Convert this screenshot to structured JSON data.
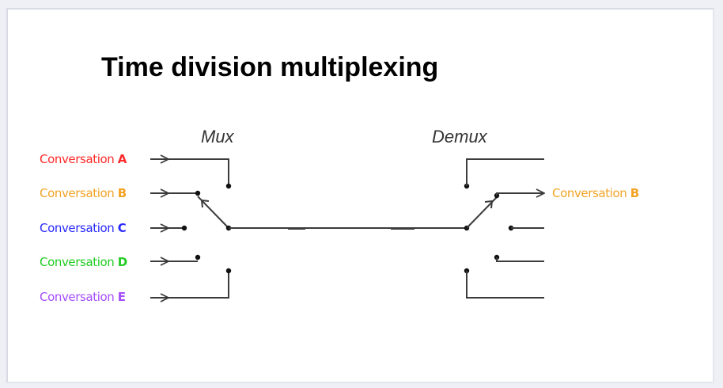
{
  "title": "Time division multiplexing",
  "mux_label": "Mux",
  "demux_label": "Demux",
  "inputs": [
    {
      "prefix": "Conversation ",
      "letter": "A",
      "color": "#ff2a2a"
    },
    {
      "prefix": "Conversation ",
      "letter": "B",
      "color": "#f2a325"
    },
    {
      "prefix": "Conversation ",
      "letter": "C",
      "color": "#2a2aff"
    },
    {
      "prefix": "Conversation ",
      "letter": "D",
      "color": "#22cc22"
    },
    {
      "prefix": "Conversation ",
      "letter": "E",
      "color": "#a64dff"
    }
  ],
  "output": {
    "prefix": "Conversation ",
    "letter": "B",
    "color": "#f2a325"
  },
  "colors": {
    "wire": "#3b3b3b",
    "page_background": "#eef0f5",
    "slide_background": "#ffffff"
  }
}
